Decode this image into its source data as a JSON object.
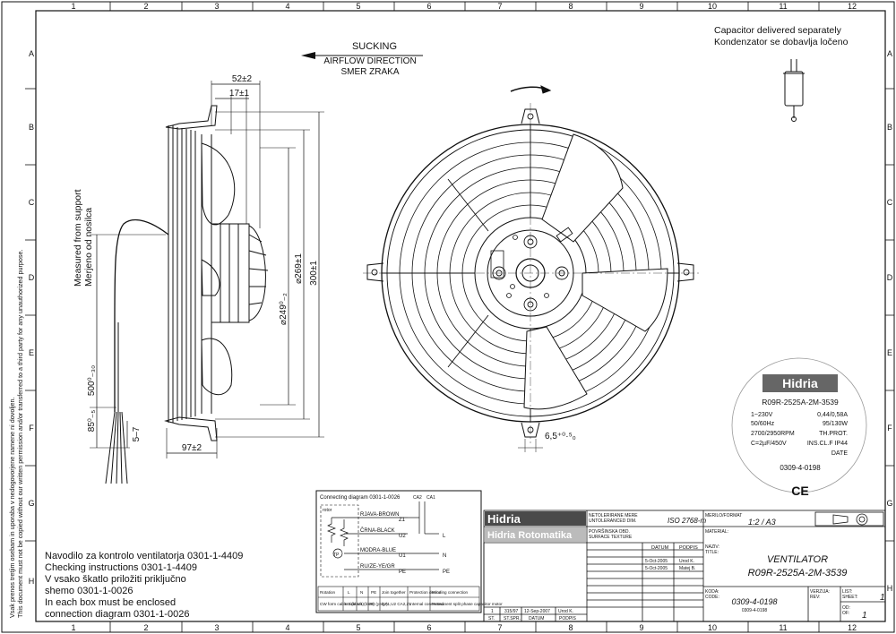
{
  "columns": [
    "1",
    "2",
    "3",
    "4",
    "5",
    "6",
    "7",
    "8",
    "9",
    "10",
    "11",
    "12"
  ],
  "rows": [
    "A",
    "B",
    "C",
    "D",
    "E",
    "F",
    "G",
    "H"
  ],
  "airflow": {
    "line1": "SUCKING",
    "line2": "AIRFLOW DIRECTION",
    "line3": "SMER ZRAKA"
  },
  "capacitor_note": {
    "line1": "Capacitor delivered separately",
    "line2": "Kondenzator se dobavlja ločeno"
  },
  "support_note": {
    "line1": "Measured from support",
    "line2": "Merjeno od nosilca"
  },
  "dims": {
    "d52": "52±2",
    "d17": "17±1",
    "d249": "⌀249⁰₋₂",
    "d269": "⌀269±1",
    "d300": "300±1",
    "d500": "500⁰₋₃₀",
    "d85": "85⁰₋₅",
    "d5_7": "5–7",
    "d97": "97±2",
    "d6_5": "6,5⁺⁰·⁵₀"
  },
  "label": {
    "brand": "Hidria",
    "model": "R09R-2525A-2M-3539",
    "left": [
      "1~230V",
      "50/60Hz",
      "2700/2950RPM",
      "C=2µF/450V"
    ],
    "right": [
      "0,44/0,58A",
      "95/130W",
      "TH.PROT.",
      "INS.CL.F IP44",
      "DATE"
    ],
    "code": "0309-4-0198",
    "ce": "CE"
  },
  "notes": [
    "Navodilo za kontrolo ventilatorja 0301-1-4409",
    "Checking instructions 0301-1-4409",
    "V vsako škatlo priložiti priključno",
    "  shemo 0301-1-0026",
    "In each box must be enclosed",
    "  connection diagram 0301-1-0026"
  ],
  "side_note": {
    "line1": "Vsak prenos tretjim osebam in uporaba v nedogovorjene namene ni dovoljen.",
    "line2": "This document must not be copied without our written permission and/or transferred to a third party for any unauthorized purpose."
  },
  "diagram": {
    "title": "Connecting diagram 0301-1-0026",
    "rotor": "rotor",
    "ca2": "CA2",
    "ca1": "CA1",
    "wires": [
      "RJAVA-BROWN",
      "ČRNA-BLACK",
      "MODRA-BLUE",
      "RU/ZE-YE/GR"
    ],
    "terms": [
      "Z1",
      "U2",
      "U1",
      "PE"
    ],
    "ends": [
      "L",
      "N",
      "PE"
    ],
    "tp": "TP",
    "headers": [
      "Rotation",
      "L",
      "N",
      "PE",
      "Join together",
      "Protection device",
      "Winding connection"
    ],
    "values": [
      "CW form cable side",
      "U2 (black)",
      "U1 (blue)",
      "PE (ye/gr)",
      "CA1,U2 CA2,Z1",
      "Internal connected",
      "Permanent split phase capacitor motor"
    ]
  },
  "title_block": {
    "brand": "Hidria",
    "company": "Hidria Rotomatika",
    "tol1": "NETOLERIRANE MERE",
    "tol2": "UNTOLERANCED DIM.",
    "iso": "ISO 2768-m",
    "surf1": "POVRŠINSKA OBD.",
    "surf2": "SURFACE TEXTURE",
    "scale_lbl": "MERILO/FORMAT",
    "scale": "1:2 / A3",
    "material_lbl": "MATERIAL:",
    "naziv_lbl": "NAZIV:",
    "title_lbl": "TITLE:",
    "title1": "VENTILATOR",
    "title2": "R09R-2525A-2M-3539",
    "datum": "DATUM",
    "podpis": "PODPIS",
    "r1": [
      "5-Oct-2005",
      "Urod K."
    ],
    "r2": [
      "5-Oct-2005",
      "Matej B."
    ],
    "koda_lbl": "KODA:",
    "code_lbl": "CODE:",
    "code": "0309-4-0198",
    "code_small": "0309-4-0198",
    "verzija_lbl": "VERZIJA:",
    "rev_lbl": "REV:",
    "list_lbl": "LIST:",
    "sheet_lbl": "SHEET:",
    "sheet": "1",
    "od_lbl": "OD:",
    "of_lbl": "OF:",
    "of": "1",
    "change": [
      "1",
      "315/97",
      "12-Sep-2007",
      "Urod K."
    ],
    "change_hdr": [
      "ST.",
      "ST.SPR.",
      "DATUM",
      "PODPIS"
    ]
  }
}
